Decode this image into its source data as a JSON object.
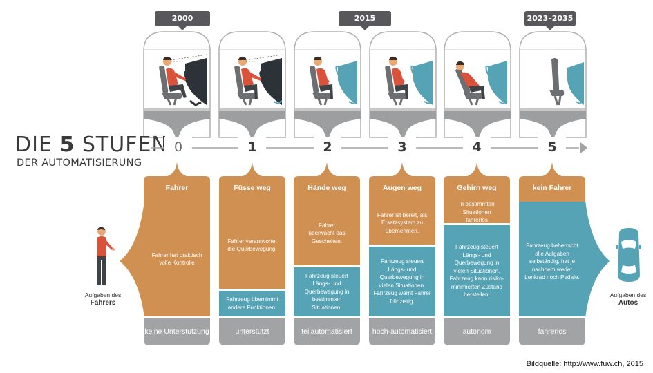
{
  "title": {
    "prefix": "DIE",
    "number": "5",
    "suffix": "STUFEN",
    "subtitle": "DER AUTOMATISIERUNG"
  },
  "years": [
    {
      "label": "2000"
    },
    {
      "label": "2015"
    },
    {
      "label": "2023–2035"
    }
  ],
  "levels": [
    {
      "number": "0",
      "title": "Fahrer",
      "upper": "Fahrer hat praktisch volle Kontrolle",
      "lower": "",
      "category": "keine Unterstützung"
    },
    {
      "number": "1",
      "title": "Füsse weg",
      "upper": "Fahrer verantwortet die Querbewegung.",
      "lower": "Fahrzeug übernimmt andere Funktionen.",
      "category": "unterstützt"
    },
    {
      "number": "2",
      "title": "Hände weg",
      "upper": "Fahrer überwacht das Geschehen.",
      "lower": "Fahrzeug steuert Längs- und Querbewegung in bestimmten Situationen.",
      "category": "teilautomatisiert"
    },
    {
      "number": "3",
      "title": "Augen weg",
      "upper": "Fahrer ist bereit, als Ersatzsystem zu übernehmen.",
      "lower": "Fahrzeug steuert Längs- und Querbewegung in vielen Situationen. Fahrzeug warnt Fahrer frühzeitig.",
      "category": "hoch-automatisiert"
    },
    {
      "number": "4",
      "title": "Gehirn weg",
      "upper": "In bestimmten Situationen fahrerlos",
      "lower": "Fahrzeug steuert Längs- und Querbewegung in vielen Situationen. Fahrzeug kann risiko-minimierten Zustand herstellen.",
      "category": "autonom"
    },
    {
      "number": "5",
      "title": "kein Fahrer",
      "upper": "",
      "lower": "Fahrzeug beherrscht alle Aufgaben selbständig, hat je nachdem weder Lenkrad noch Pedale.",
      "category": "fahrerlos"
    }
  ],
  "left_label": {
    "line1": "Aufgaben des",
    "line2": "Fahrers"
  },
  "right_label": {
    "line1": "Aufgaben des",
    "line2": "Autos"
  },
  "source": "Bildquelle: http://www.fuw.ch, 2015",
  "colors": {
    "orange": "#d09052",
    "blue": "#56a3b5",
    "grey": "#a2a3a5",
    "dark": "#58585a",
    "shirt": "#d9533a"
  }
}
